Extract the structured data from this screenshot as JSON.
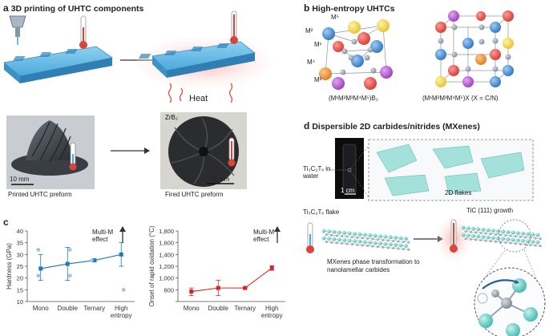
{
  "panel_a": {
    "letter": "a",
    "title": "3D printing of UHTC components",
    "heat_label": "Heat",
    "scale_bar_1": "10 mm",
    "scale_bar_2": "10 mm",
    "caption_left": "Printed UHTC preform",
    "caption_right": "Fired UHTC preform",
    "material_label": "ZrB₂"
  },
  "panel_b": {
    "letter": "b",
    "title": "High-entropy UHTCs",
    "site_labels": [
      "M⁵",
      "M¹",
      "M²",
      "M⁴",
      "M³"
    ],
    "formula_left": "(M¹M²M³M⁴M⁵)B₂",
    "formula_right": "(M¹M²M³M⁴M⁵)X (X = C/N)"
  },
  "panel_c": {
    "letter": "c",
    "arrow_label_1": "Multi-M effect",
    "arrow_label_2": "Multi-M effect"
  },
  "panel_d": {
    "letter": "d",
    "title": "Dispersible 2D carbides/nitrides (MXenes)",
    "vial_label": "Ti₃C₂Tₓ in water",
    "vial_scale": "1 cm",
    "flakes_label": "2D flakes",
    "flake_label": "Ti₃C₂Tₓ flake",
    "growth_label": "TiC (111) growth",
    "transformation_label": "MXenes phase transformation to nanolamellar carbides"
  },
  "chart_data": [
    {
      "type": "line",
      "categories": [
        "Mono",
        "Double",
        "Ternary",
        "High entropy"
      ],
      "values": [
        24,
        26,
        27.5,
        30
      ],
      "error_low": [
        19,
        19,
        27,
        25
      ],
      "error_high": [
        30,
        33,
        28,
        35
      ],
      "scatter_points": [
        [
          0,
          32
        ],
        [
          0,
          21
        ],
        [
          1,
          32
        ],
        [
          1,
          21
        ],
        [
          2,
          27.5
        ],
        [
          3,
          15
        ]
      ],
      "ylabel": "Hardness (GPa)",
      "ylim": [
        10,
        40
      ],
      "yticks": [
        10,
        15,
        20,
        25,
        30,
        35,
        40
      ],
      "color": "#1f77b4",
      "grid": false
    },
    {
      "type": "line",
      "categories": [
        "Mono",
        "Double",
        "Ternary",
        "High entropy"
      ],
      "values": [
        770,
        830,
        830,
        1170
      ],
      "error_low": [
        700,
        700,
        820,
        1130
      ],
      "error_high": [
        830,
        960,
        840,
        1210
      ],
      "ylabel": "Onset of rapid oxidation (°C)",
      "ylim": [
        600,
        1800
      ],
      "yticks": [
        600,
        800,
        1000,
        1200,
        1400,
        1600,
        1800
      ],
      "ytick_labels": [
        "",
        "800",
        "1,000",
        "1,200",
        "1,400",
        "1,600",
        "1,800"
      ],
      "color": "#d62728",
      "grid": false
    }
  ]
}
